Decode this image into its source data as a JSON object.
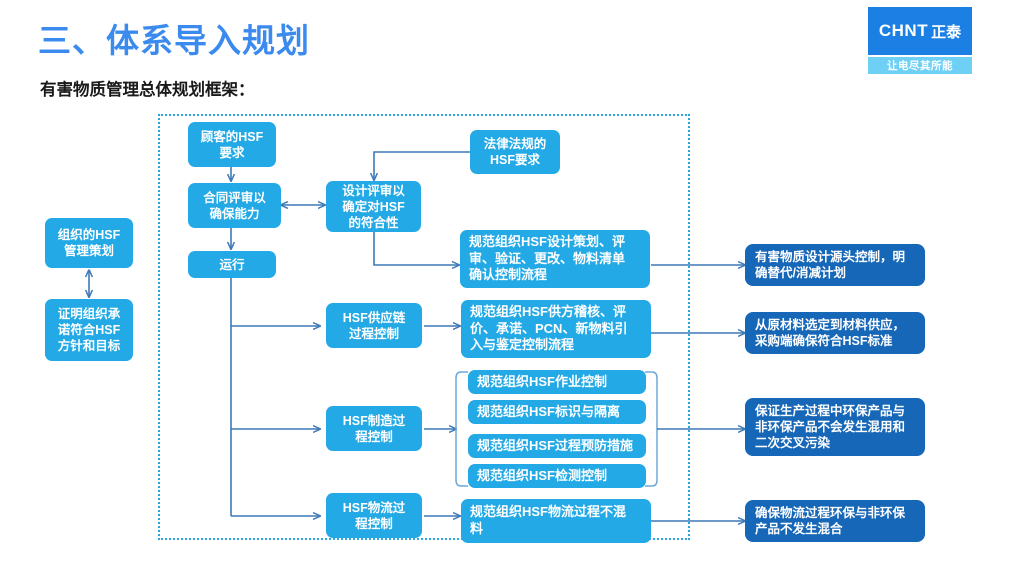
{
  "header": {
    "title": "三、体系导入规划",
    "subtitle": "有害物质管理总体规划框架：",
    "title_color": "#3B8BEF"
  },
  "logo": {
    "brand_en": "CHNT",
    "brand_cn": "正泰",
    "tagline": "让电尽其所能",
    "primary_color": "#1B7FE3",
    "tagline_bg": "#6FD0F5"
  },
  "palette": {
    "light_blue": "#23A9E5",
    "dark_blue": "#1667B7",
    "connector": "#3E79B8",
    "dotted_border": "#2BA7E0"
  },
  "diagram": {
    "type": "flowchart",
    "left_column": [
      {
        "id": "org-plan",
        "label": "组织的HSF\n管理策划",
        "style": "light"
      },
      {
        "id": "commitment",
        "label": "证明组织承\n诺符合HSF\n方针和目标",
        "style": "light"
      }
    ],
    "inputs": [
      {
        "id": "customer-req",
        "label": "顾客的HSF\n要求",
        "style": "light"
      },
      {
        "id": "legal-req",
        "label": "法律法规的\nHSF要求",
        "style": "light"
      }
    ],
    "process_chain": [
      {
        "id": "contract-review",
        "label": "合同评审以\n确保能力",
        "style": "light"
      },
      {
        "id": "design-review",
        "label": "设计评审以\n确定对HSF\n的符合性",
        "style": "light"
      },
      {
        "id": "operation",
        "label": "运行",
        "style": "light"
      }
    ],
    "control_nodes": [
      {
        "id": "supply-chain",
        "label": "HSF供应链\n过程控制",
        "style": "light"
      },
      {
        "id": "manufacturing",
        "label": "HSF制造过\n程控制",
        "style": "light"
      },
      {
        "id": "logistics",
        "label": "HSF物流过\n程控制",
        "style": "light"
      }
    ],
    "procedures": [
      {
        "id": "design-proc",
        "label": "规范组织HSF设计策划、评\n审、验证、更改、物料清单\n确认控制流程",
        "style": "light"
      },
      {
        "id": "supplier-proc",
        "label": "规范组织HSF供方稽核、评\n价、承诺、PCN、新物料引\n入与鉴定控制流程",
        "style": "light"
      },
      {
        "id": "mfg-proc-1",
        "label": "规范组织HSF作业控制",
        "style": "light"
      },
      {
        "id": "mfg-proc-2",
        "label": "规范组织HSF标识与隔离",
        "style": "light"
      },
      {
        "id": "mfg-proc-3",
        "label": "规范组织HSF过程预防措施",
        "style": "light"
      },
      {
        "id": "mfg-proc-4",
        "label": "规范组织HSF检测控制",
        "style": "light"
      },
      {
        "id": "logi-proc",
        "label": "规范组织HSF物流过程不混\n料",
        "style": "light"
      }
    ],
    "outcomes": [
      {
        "id": "outcome-design",
        "label": "有害物质设计源头控制，明\n确替代/消减计划",
        "style": "dark"
      },
      {
        "id": "outcome-supply",
        "label": "从原材料选定到材料供应，\n采购端确保符合HSF标准",
        "style": "dark"
      },
      {
        "id": "outcome-mfg",
        "label": "保证生产过程中环保产品与\n非环保产品不会发生混用和\n二次交叉污染",
        "style": "dark"
      },
      {
        "id": "outcome-logi",
        "label": "确保物流过程环保与非环保\n产品不发生混合",
        "style": "dark"
      }
    ]
  }
}
